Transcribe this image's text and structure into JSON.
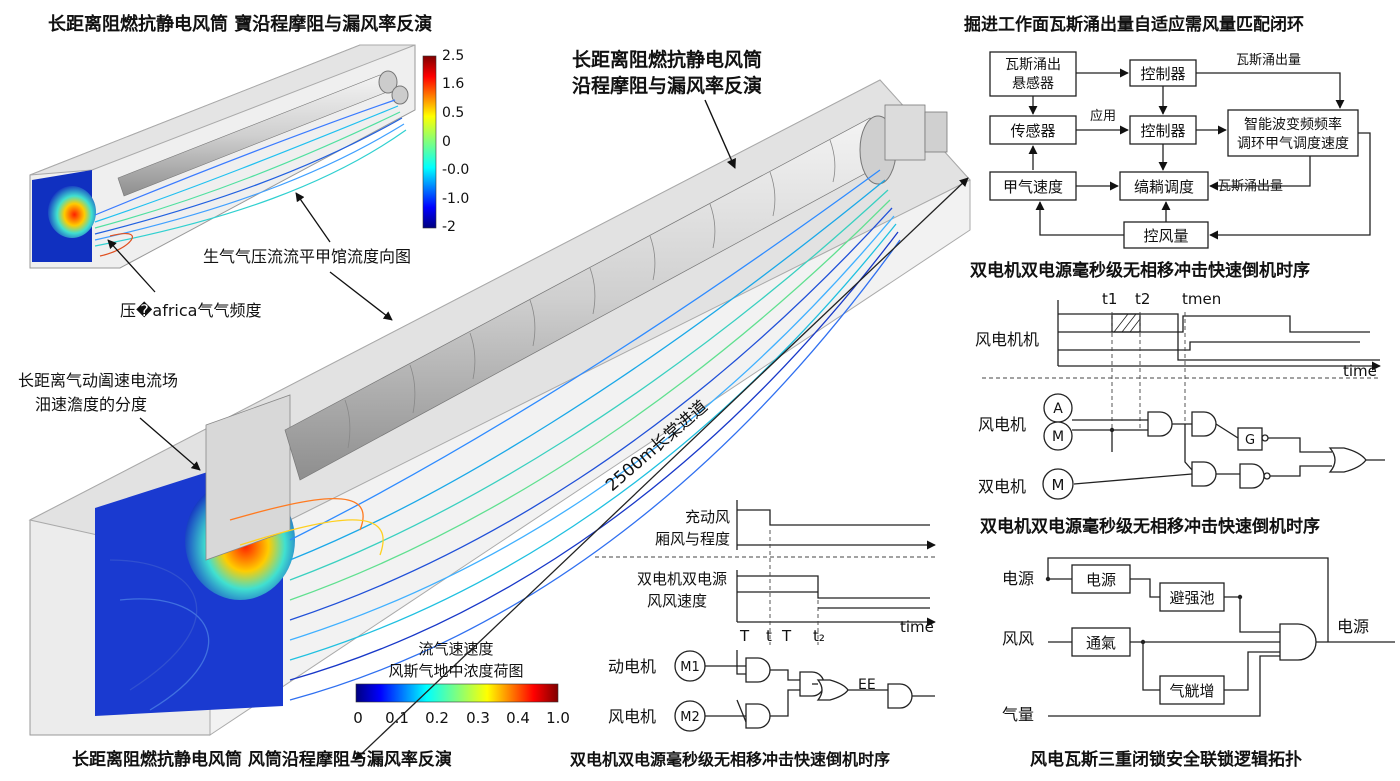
{
  "titles": {
    "top_left": "长距离阻燃抗静电风筒 寶沿程摩阻与漏风率反演",
    "center_line1": "长距离阻燃抗静电风筒",
    "center_line2": "沿程摩阻与漏风率反演",
    "bottom_left": "长距离阻燃抗静电风筒 风筒沿程摩阻与漏风率反演",
    "right_top": "掘进工作面瓦斯涌出量自适应需风量匹配闭环",
    "right_timing": "双电机双电源毫秒级无相移冲击快速倒机时序",
    "right_logic": "双电机双电源毫秒级无相移冲击快速倒机时序",
    "bottom_mid": "双电机双电源毫秒级无相移冲击快速倒机时序",
    "bottom_right": "风电瓦斯三重闭锁安全联锁逻辑拓扑"
  },
  "annotations": {
    "velocity_field": "生气气压流流平甲馆流度向图",
    "pressure_freq": "压�africa气气频度",
    "left_field_line1": "长距离气动阖速电流场",
    "left_field_line2": "沺速澹度的分度",
    "tunnel_length": "2500m长棠进道"
  },
  "colorbar_top": {
    "ticks": [
      "2.5",
      "1.6",
      "0.5",
      "0",
      "-0.0",
      "-1.0",
      "-2"
    ]
  },
  "colorbar_bottom": {
    "title_line1": "流气速速度",
    "title_line2": "风斯气地中浓度荷图",
    "ticks": [
      "0",
      "0.1",
      "0.2",
      "0.3",
      "0.4",
      "1.0"
    ]
  },
  "flow_loop": {
    "gas_sensor": [
      "瓦斯涌出",
      "悬感器"
    ],
    "sensor": "传感器",
    "methane_speed": "甲气速度",
    "controller_1": "控制器",
    "controller_2": "控制器",
    "dispatch": "缟耥调度",
    "smart_box": [
      "智能波变频频率",
      "调环甲气调度速度"
    ],
    "air_volume": "控风量",
    "lbl_gas_out_1": "瓦斯涌出量",
    "lbl_apply": "应用",
    "lbl_gas_out_2": "瓦斯涌出量"
  },
  "timing": {
    "t1": "t1",
    "t2": "t2",
    "tmen": "tmen",
    "signal": "风电机机",
    "time": "time",
    "motor_row": "风电机",
    "dual_row": "双电机",
    "motor_a": "A",
    "motor_m": "M",
    "motor_m2": "M",
    "gate_g": "G"
  },
  "bottom_timing": {
    "sig1_line1": "充动风",
    "sig1_line2": "厢风与程度",
    "sig2_line1": "双电机双电源",
    "sig2_line2": "风风速度",
    "time": "time",
    "tick_labels": [
      "T",
      "t",
      "T",
      "t₂"
    ],
    "motor1_label": "动电机",
    "motor1": "M1",
    "motor2_label": "风电机",
    "motor2": "M2",
    "ee": "EE"
  },
  "lockout": {
    "input_power": "电源",
    "input_wind": "风风",
    "input_gas": "气量",
    "box_power": "电源",
    "box_vent": "通氣",
    "box_avoid": "避强池",
    "box_gas": "气觥增",
    "output": "电源"
  },
  "colors": {
    "jet_low": "#00007f",
    "jet_mid": "#7fff7f",
    "jet_high": "#7f0000",
    "pipe": "#d8d8d8",
    "tunnel_glass": "#eeeeee"
  }
}
